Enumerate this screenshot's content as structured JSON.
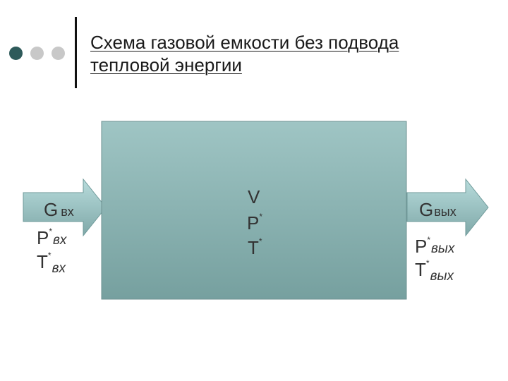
{
  "title": {
    "line1": "Схема газовой емкости без подвода",
    "line2": "тепловой энергии"
  },
  "colors": {
    "dot_dark": "#2e5a5a",
    "dot_light": "#c8c8c8",
    "tank_top": "#9fc5c4",
    "tank_bottom": "#76a09f",
    "arrow_top": "#b8dcdc",
    "arrow_bottom": "#7fa8a8"
  },
  "inlet": {
    "g_main": "G",
    "g_sub": "вх",
    "p_main": "P",
    "p_star": "*",
    "p_sub": "вх",
    "t_main": "T",
    "t_star": "*",
    "t_sub": "вх"
  },
  "tank": {
    "v": "V",
    "p_main": "P",
    "p_star": "*",
    "t_main": "T",
    "t_star": "*"
  },
  "outlet": {
    "g_main": "G",
    "g_sub": "вых",
    "p_main": "P",
    "p_star": "*",
    "p_sub": "вых",
    "t_main": "T",
    "t_star": "*",
    "t_sub": "вых"
  }
}
